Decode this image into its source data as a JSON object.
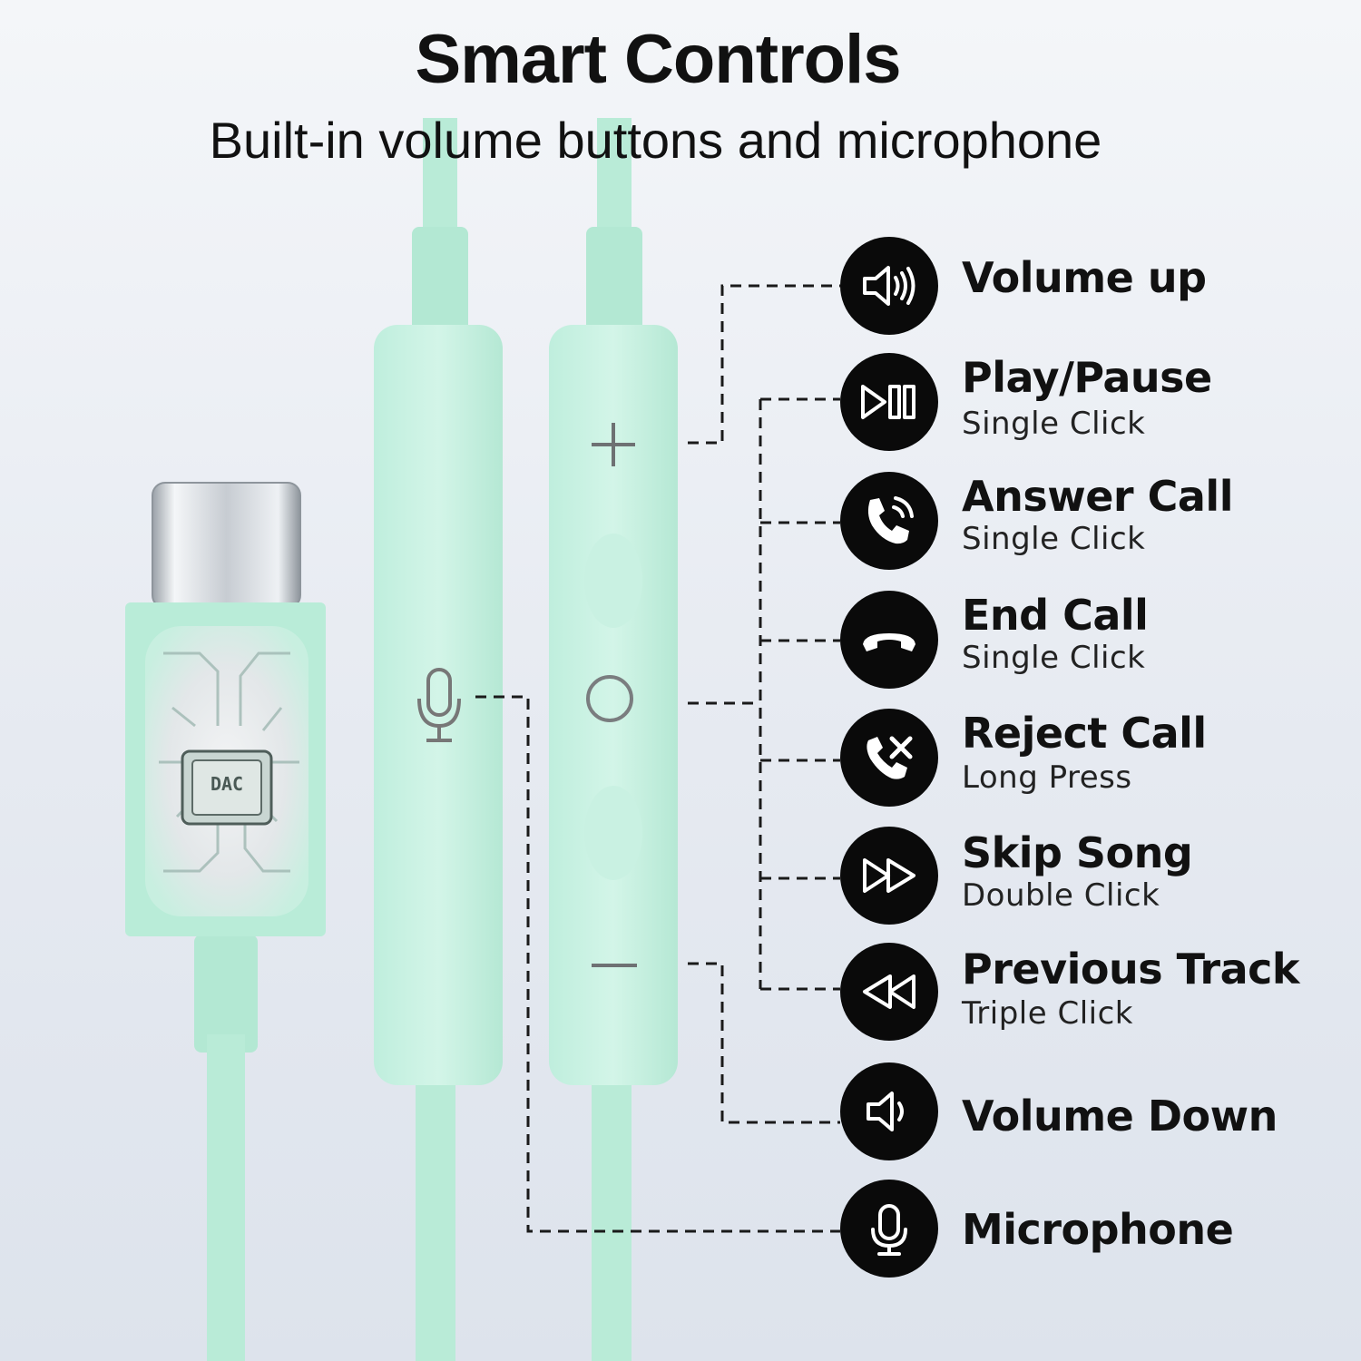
{
  "header": {
    "title": "Smart Controls",
    "subtitle": "Built-in volume buttons and microphone"
  },
  "connector": {
    "chip_label": "DAC"
  },
  "remote_symbols": {
    "plus": "+",
    "minus": "—"
  },
  "colors": {
    "cable": "#b9ebd7",
    "cable_dark": "#a6e0c8",
    "icon_circle": "#0a0a0a",
    "text": "#111111"
  },
  "controls": [
    {
      "icon": "volume-up-icon",
      "label": "Volume up",
      "action": ""
    },
    {
      "icon": "play-pause-icon",
      "label": "Play/Pause",
      "action": "Single Click"
    },
    {
      "icon": "answer-call-icon",
      "label": "Answer Call",
      "action": "Single Click"
    },
    {
      "icon": "end-call-icon",
      "label": "End Call",
      "action": "Single Click"
    },
    {
      "icon": "reject-call-icon",
      "label": "Reject Call",
      "action": "Long Press"
    },
    {
      "icon": "skip-song-icon",
      "label": "Skip Song",
      "action": "Double Click"
    },
    {
      "icon": "previous-track-icon",
      "label": "Previous Track",
      "action": "Triple Click"
    },
    {
      "icon": "volume-down-icon",
      "label": "Volume Down",
      "action": ""
    },
    {
      "icon": "microphone-icon",
      "label": "Microphone",
      "action": ""
    }
  ]
}
